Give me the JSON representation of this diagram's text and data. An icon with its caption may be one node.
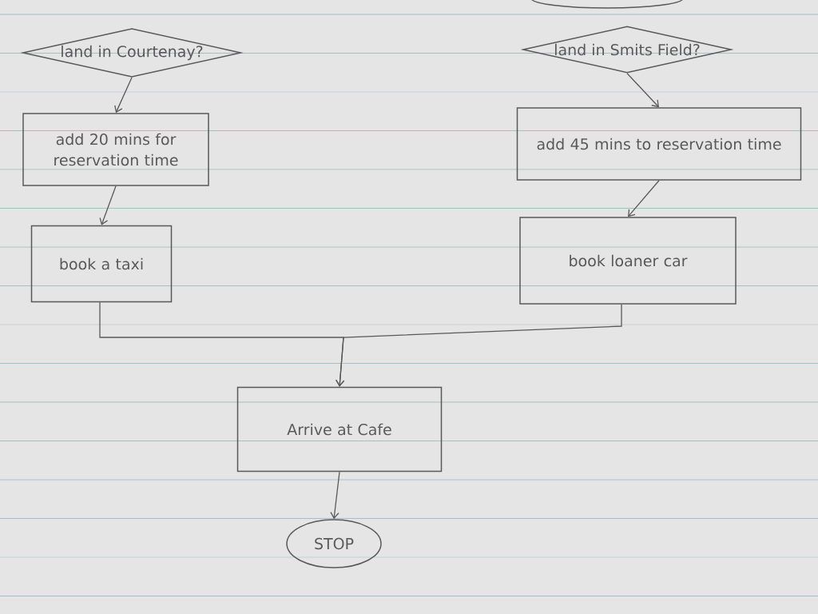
{
  "diagram": {
    "nodes": [
      {
        "text": [],
        "shape": "ellipse"
      },
      {
        "text": [
          "land in Courtenay?"
        ]
      },
      {
        "text": [
          "land in Smits Field?"
        ]
      },
      {
        "text": [
          "add 20 mins for reservation time"
        ]
      },
      {
        "text": [
          "add 45 mins to reservation time"
        ]
      },
      {
        "text": [
          "book a taxi"
        ]
      },
      {
        "text": [
          "book loaner car"
        ]
      },
      {
        "text": [
          "Arrive at Cafe"
        ]
      },
      {
        "text": [
          "STOP"
        ]
      }
    ],
    "edges": [
      {
        "from": 1,
        "to": 3,
        "arrow": "to"
      },
      {
        "from": 3,
        "to": 5,
        "arrow": "to"
      },
      {
        "from": 2,
        "to": 4,
        "arrow": "to"
      },
      {
        "from": 4,
        "to": 6,
        "arrow": "to"
      },
      {
        "from": 5,
        "to": 7,
        "arrow": "to"
      },
      {
        "from": 6,
        "to": 7,
        "arrow": "to"
      },
      {
        "from": 7,
        "to": 8,
        "arrow": "to"
      }
    ]
  }
}
